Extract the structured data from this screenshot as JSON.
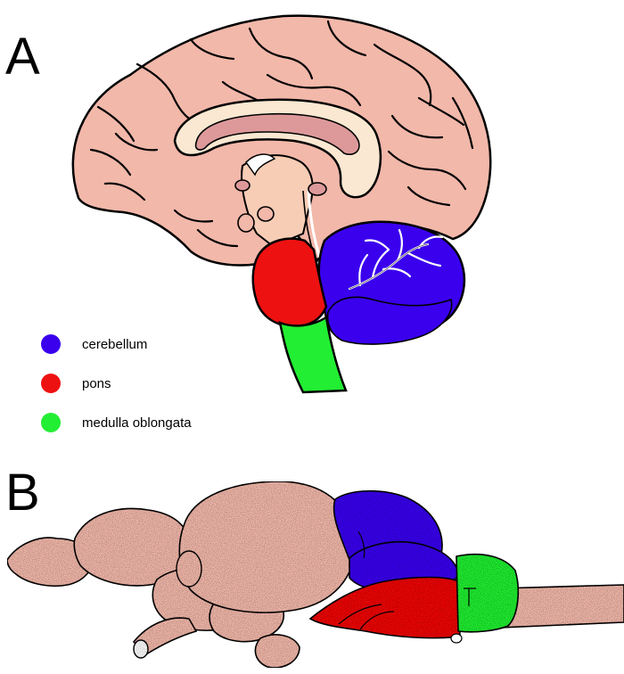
{
  "panels": {
    "a": {
      "label": "A"
    },
    "b": {
      "label": "B"
    }
  },
  "legend": [
    {
      "label": "cerebellum",
      "color": "#3a00ee"
    },
    {
      "label": "pons",
      "color": "#ee1111"
    },
    {
      "label": "medulla oblongata",
      "color": "#22ee33"
    }
  ],
  "colors": {
    "brain_tissue": "#f2b8aa",
    "corpus_callosum": "#fbe8d2",
    "ventricle": "#dd999a",
    "cerebellum": "#3a00ee",
    "pons": "#ee1111",
    "medulla": "#22ee33",
    "outline": "#000000"
  }
}
